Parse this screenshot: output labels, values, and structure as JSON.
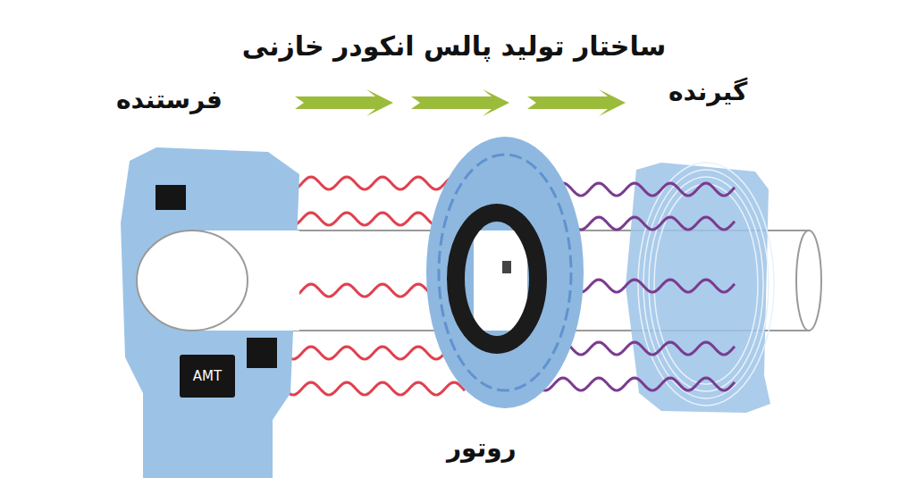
{
  "diagram": {
    "title": "ساختار تولید پالس انکودر خازنی",
    "nodes": [
      {
        "text": [
          "AMT"
        ]
      }
    ],
    "labels": [
      "فرستنده",
      "گیرنده",
      "روتور"
    ]
  }
}
